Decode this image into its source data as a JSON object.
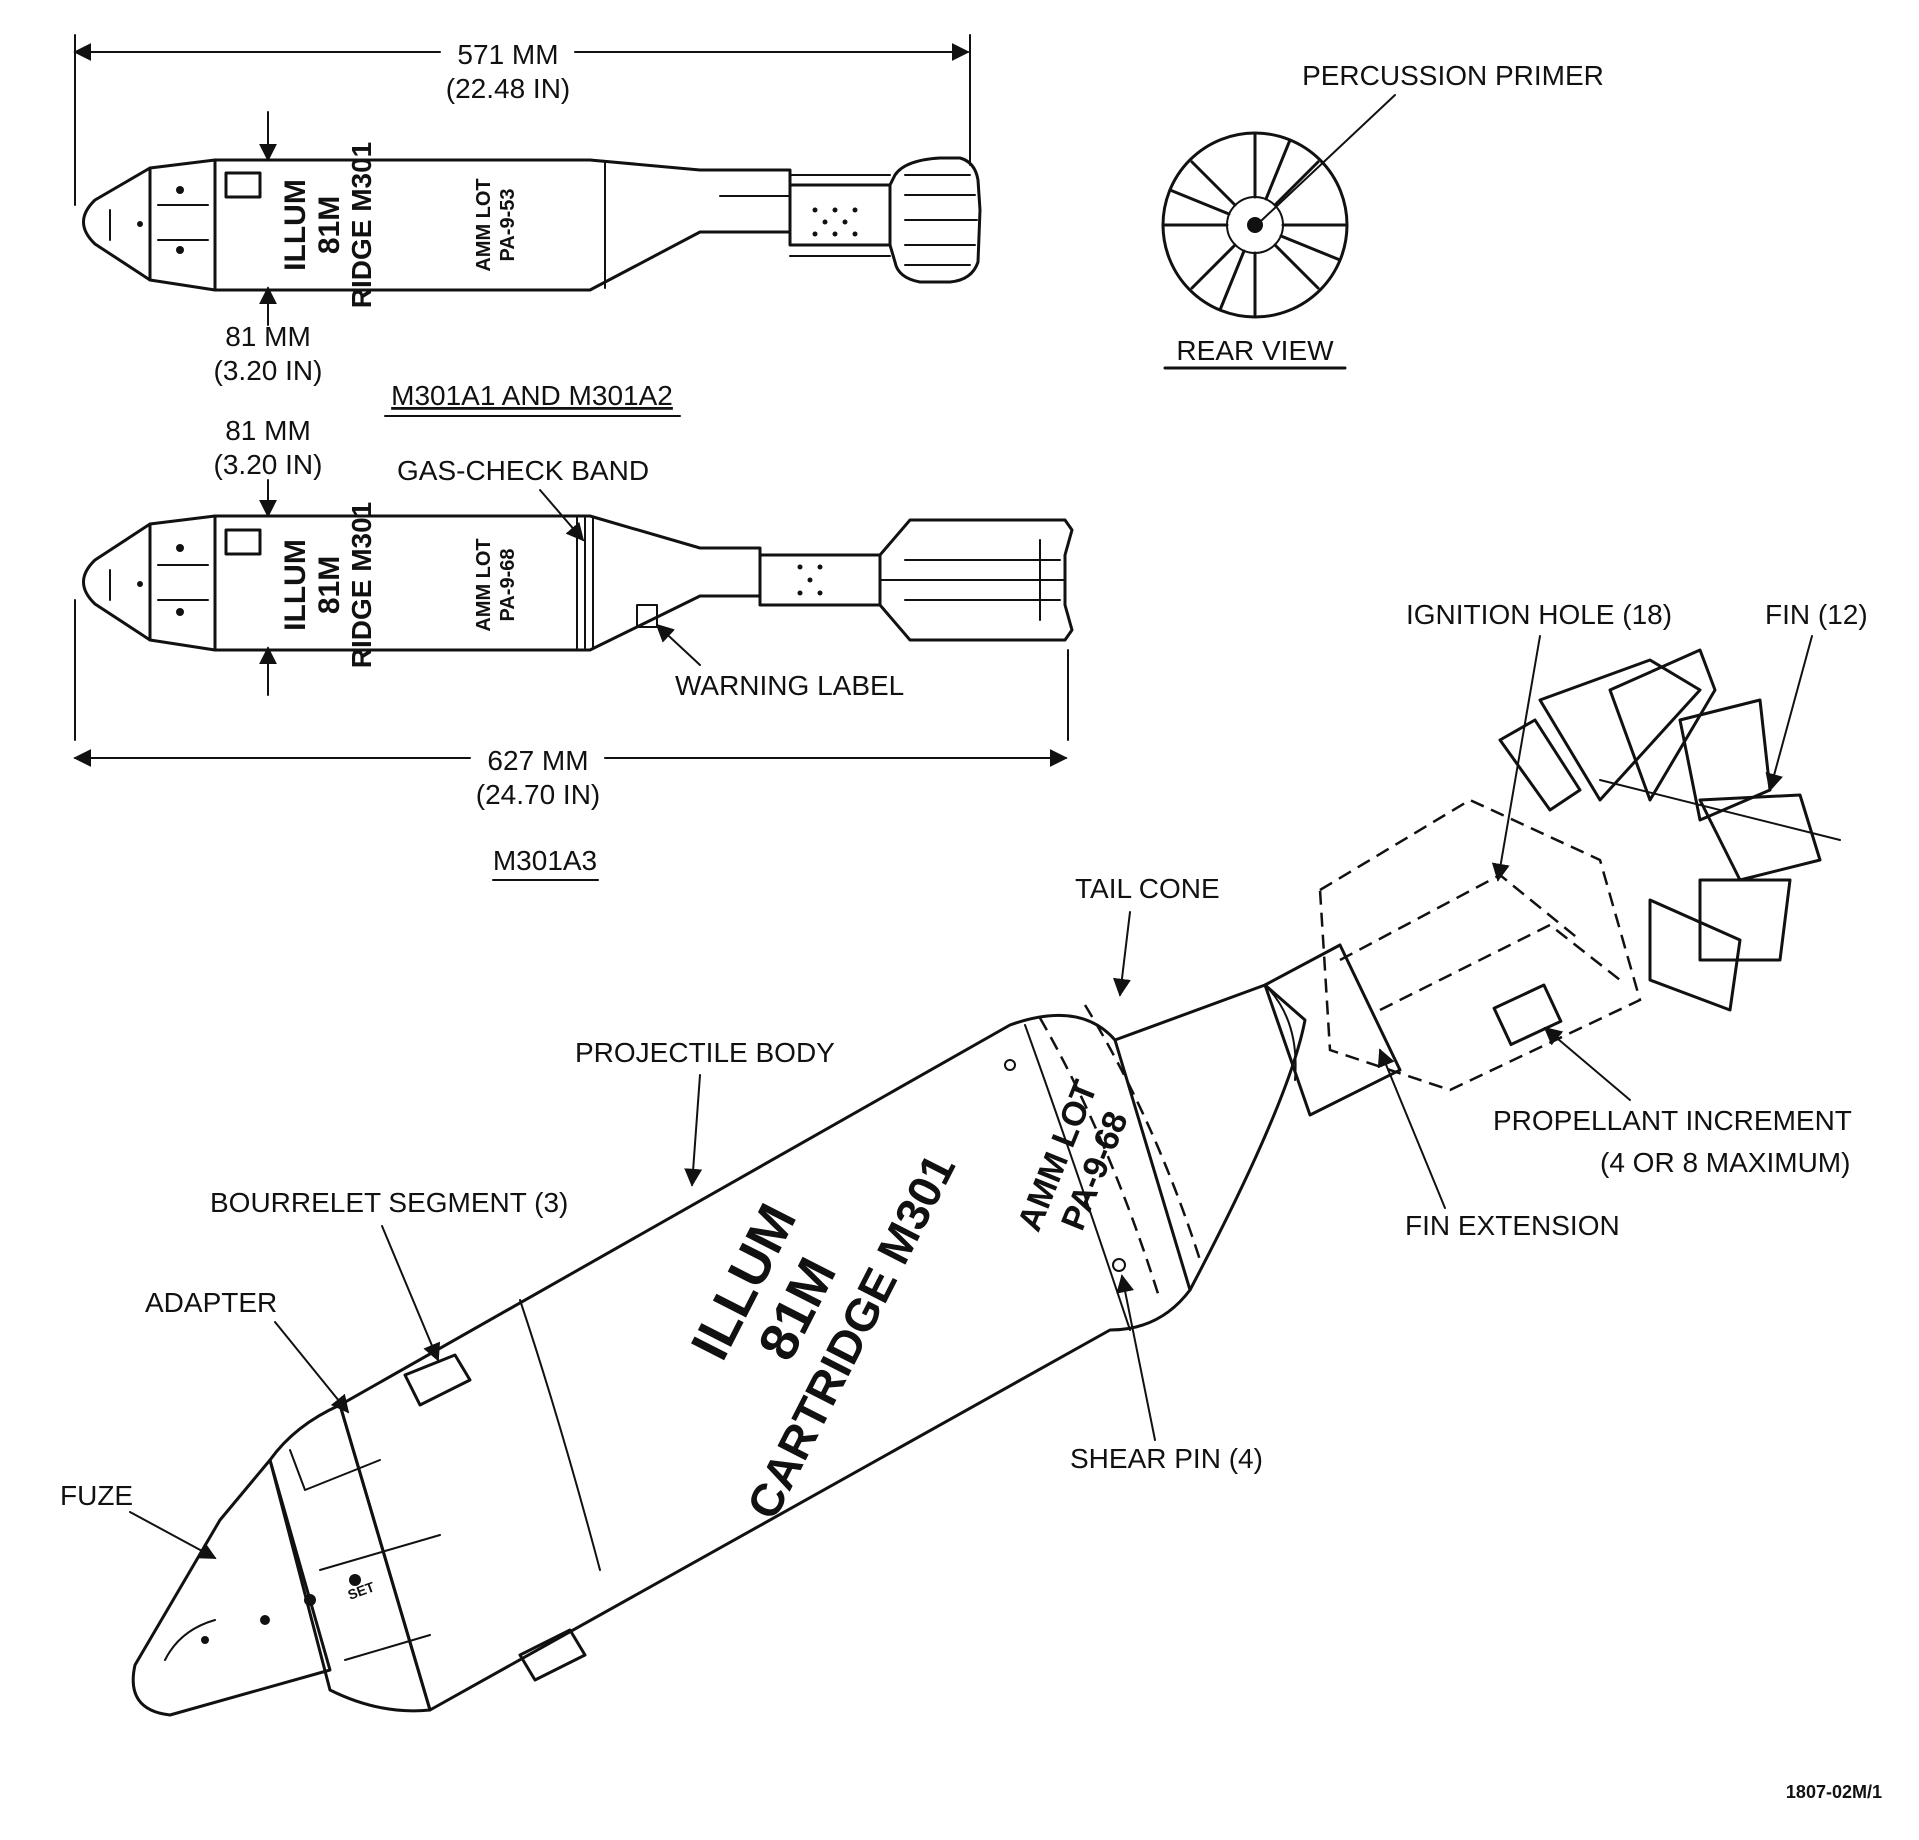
{
  "dimensions": {
    "length_a1a2_mm": "571 MM",
    "length_a1a2_in": "(22.48 IN)",
    "diameter_top_mm": "81 MM",
    "diameter_top_in": "(3.20 IN)",
    "diameter_mid_mm": "81 MM",
    "diameter_mid_in": "(3.20 IN)",
    "length_a3_mm": "627 MM",
    "length_a3_in": "(24.70 IN)"
  },
  "titles": {
    "variant_a1a2": "M301A1 AND M301A2",
    "variant_a3": "M301A3",
    "rear_view": "REAR VIEW"
  },
  "callouts": {
    "percussion_primer": "PERCUSSION PRIMER",
    "gas_check_band": "GAS-CHECK BAND",
    "warning_label": "WARNING LABEL",
    "ignition_hole": "IGNITION HOLE (18)",
    "fin": "FIN (12)",
    "tail_cone": "TAIL CONE",
    "projectile_body": "PROJECTILE BODY",
    "propellant_increment_1": "PROPELLANT INCREMENT",
    "propellant_increment_2": "(4 OR 8 MAXIMUM)",
    "bourrelet_segment": "BOURRELET SEGMENT (3)",
    "fin_extension": "FIN EXTENSION",
    "adapter": "ADAPTER",
    "fuze": "FUZE",
    "shear_pin": "SHEAR PIN (4)"
  },
  "markings": {
    "top_illum": "ILLUM",
    "top_81m": "81M",
    "top_ridge": "RIDGE M301",
    "top_ammlot": "AMM LOT",
    "top_lot": "PA-9-53",
    "mid_illum": "ILLUM",
    "mid_81m": "81M",
    "mid_ridge": "RIDGE M301",
    "mid_ammlot": "AMM LOT",
    "mid_lot": "PA-9-68",
    "big_illum": "ILLUM",
    "big_81m": "81M",
    "big_cartridge": "CARTRIDGE M301",
    "big_ammlot": "AMM LOT",
    "big_lot": "PA-9-68",
    "fuze_set": "SET"
  },
  "footer": {
    "code": "1807-02M/1"
  }
}
